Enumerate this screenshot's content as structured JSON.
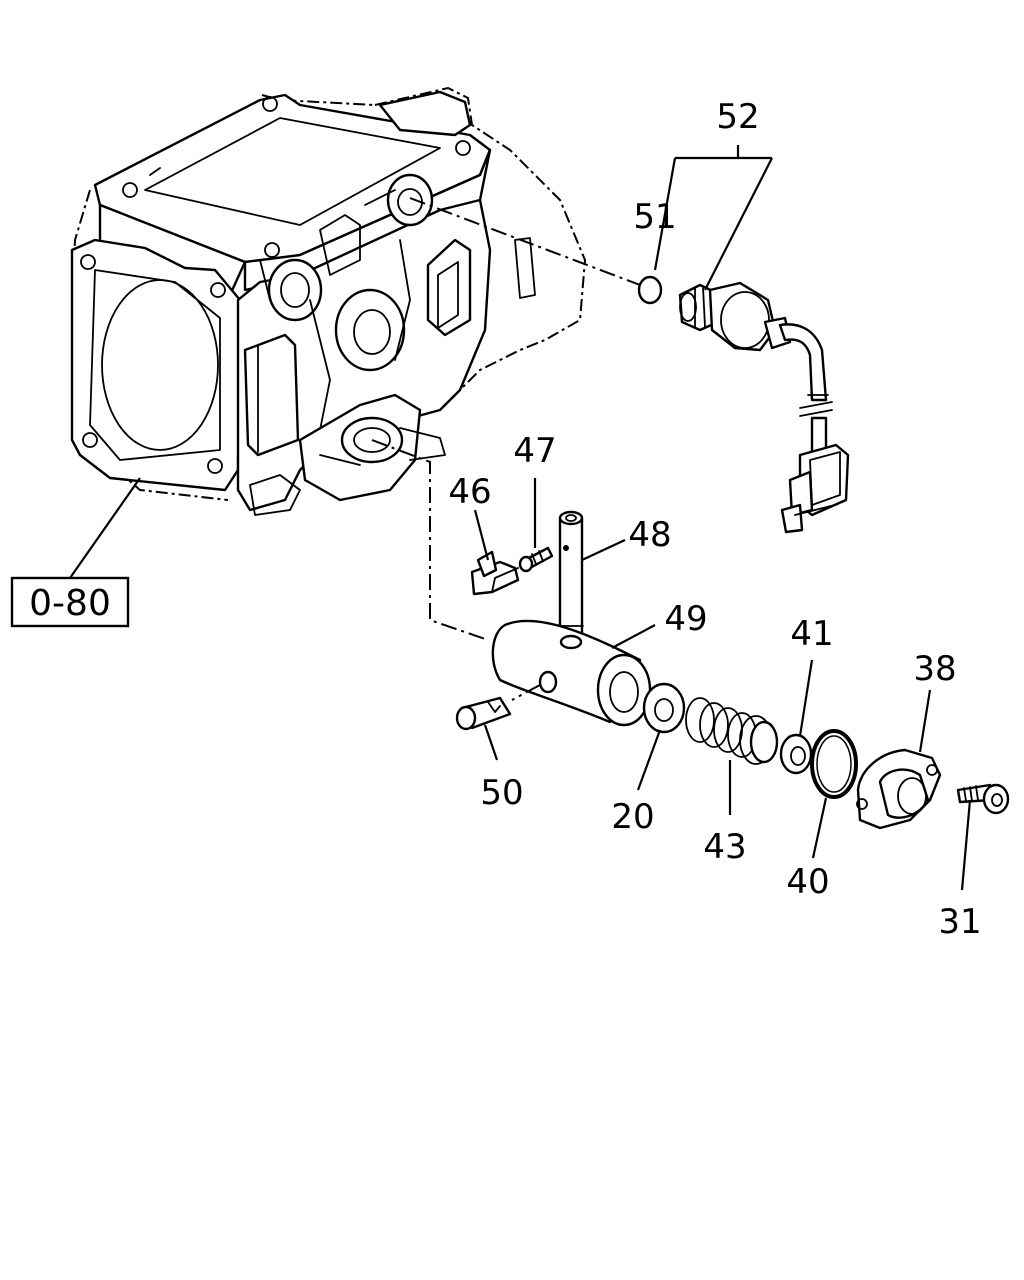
{
  "reference": {
    "label": "0-80"
  },
  "callouts": [
    {
      "id": "52",
      "text": "52"
    },
    {
      "id": "51",
      "text": "51"
    },
    {
      "id": "47",
      "text": "47"
    },
    {
      "id": "46",
      "text": "46"
    },
    {
      "id": "48",
      "text": "48"
    },
    {
      "id": "49",
      "text": "49"
    },
    {
      "id": "41",
      "text": "41"
    },
    {
      "id": "38",
      "text": "38"
    },
    {
      "id": "50",
      "text": "50"
    },
    {
      "id": "20",
      "text": "20"
    },
    {
      "id": "43",
      "text": "43"
    },
    {
      "id": "40",
      "text": "40"
    },
    {
      "id": "31",
      "text": "31"
    }
  ]
}
